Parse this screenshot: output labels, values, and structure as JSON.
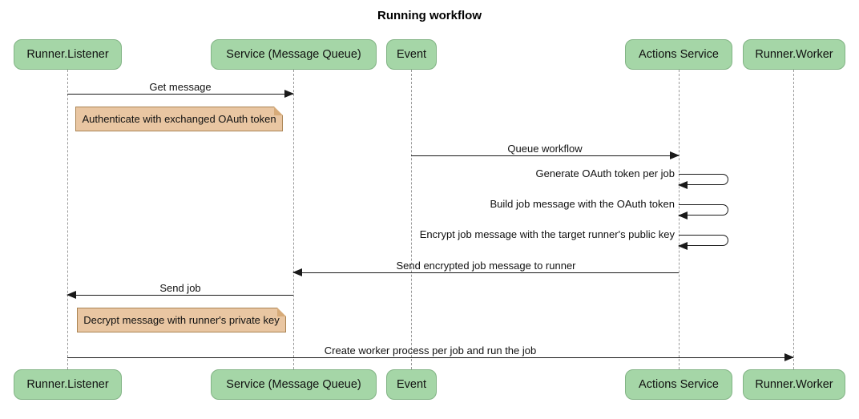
{
  "title": "Running workflow",
  "participants": [
    "Runner.Listener",
    "Service (Message Queue)",
    "Event",
    "Actions Service",
    "Runner.Worker"
  ],
  "messages": [
    {
      "from": "Runner.Listener",
      "to": "Service (Message Queue)",
      "label": "Get message",
      "kind": "solid-arrow"
    },
    {
      "from": "Event",
      "to": "Actions Service",
      "label": "Queue workflow",
      "kind": "solid-arrow"
    },
    {
      "from": "Actions Service",
      "to": "Actions Service",
      "label": "Generate OAuth token per job",
      "kind": "self-arrow"
    },
    {
      "from": "Actions Service",
      "to": "Actions Service",
      "label": "Build job message with the OAuth token",
      "kind": "self-arrow"
    },
    {
      "from": "Actions Service",
      "to": "Actions Service",
      "label": "Encrypt job message with the target runner's public key",
      "kind": "self-arrow"
    },
    {
      "from": "Actions Service",
      "to": "Service (Message Queue)",
      "label": "Send encrypted job message to runner",
      "kind": "solid-arrow"
    },
    {
      "from": "Service (Message Queue)",
      "to": "Runner.Listener",
      "label": "Send job",
      "kind": "solid-arrow"
    },
    {
      "from": "Runner.Listener",
      "to": "Runner.Worker",
      "label": "Create worker process per job and run the job",
      "kind": "solid-arrow"
    }
  ],
  "notes": [
    {
      "over": "Runner.Listener",
      "label": "Authenticate with exchanged OAuth token"
    },
    {
      "over": "Runner.Listener",
      "label": "Decrypt message with runner's private key"
    }
  ],
  "colors": {
    "background": "#ffffff",
    "actor_fill": "#a5d6a7",
    "actor_border": "#81b384",
    "note_fill": "#e9c6a2",
    "note_border": "#aa8352",
    "note_fold": "#d7ab79",
    "message_line": "#1a1a1a",
    "lifeline": "#999999",
    "text": "#111111"
  }
}
